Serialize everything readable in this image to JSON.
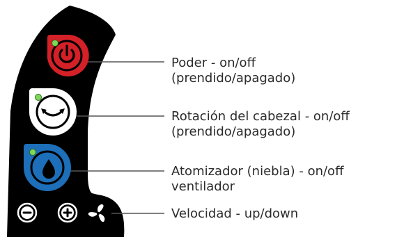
{
  "colors": {
    "panel": "#000000",
    "power": "#d42027",
    "rotation": "#ffffff",
    "mist": "#1c6fb8",
    "led": "#7ed957",
    "line": "#555555",
    "text": "#2b2b2b"
  },
  "icons": {
    "power": "power-icon",
    "rotation": "rotation-arrow-icon",
    "mist": "water-drop-icon",
    "minus": "minus-icon",
    "plus": "plus-icon",
    "fan": "fan-icon"
  },
  "callouts": {
    "power": {
      "line1": "Poder - on/off",
      "line2": "(prendido/apagado)"
    },
    "rotation": {
      "line1": "Rotación del cabezal - on/off",
      "line2": "(prendido/apagado)"
    },
    "mist": {
      "line1": "Atomizador (niebla) - on/off",
      "line2": "ventilador"
    },
    "speed": {
      "line1": "Velocidad - up/down"
    }
  }
}
